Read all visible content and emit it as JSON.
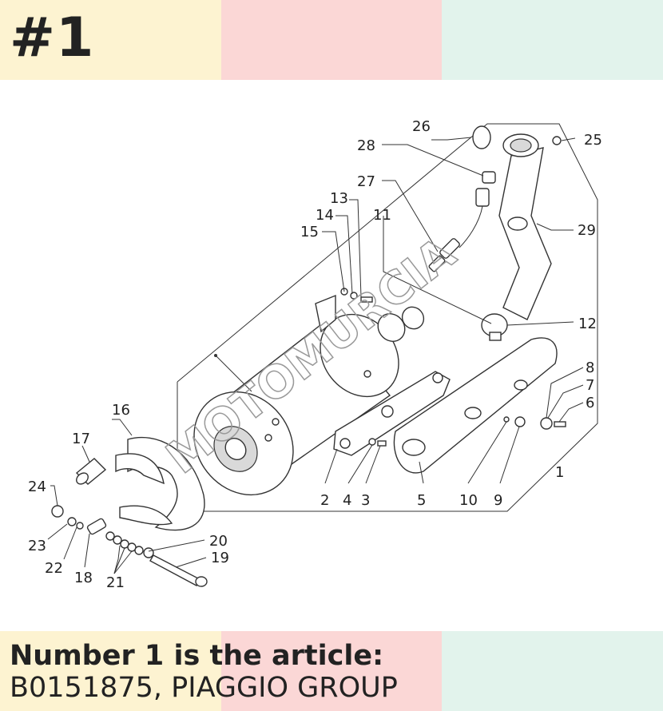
{
  "header": {
    "badge": "#1"
  },
  "footer": {
    "line1": "Number 1 is the article:",
    "line2": "B0151875, PIAGGIO GROUP"
  },
  "watermark": "MOTOMURCIA",
  "colors": {
    "stripe1": "#fdf3d1",
    "stripe2": "#fbd7d6",
    "stripe3": "#e2f3ec"
  },
  "callouts": [
    "1",
    "2",
    "3",
    "4",
    "5",
    "6",
    "7",
    "8",
    "9",
    "10",
    "11",
    "12",
    "13",
    "14",
    "15",
    "16",
    "17",
    "18",
    "19",
    "20",
    "21",
    "22",
    "23",
    "24",
    "25",
    "26",
    "27",
    "28",
    "29"
  ]
}
